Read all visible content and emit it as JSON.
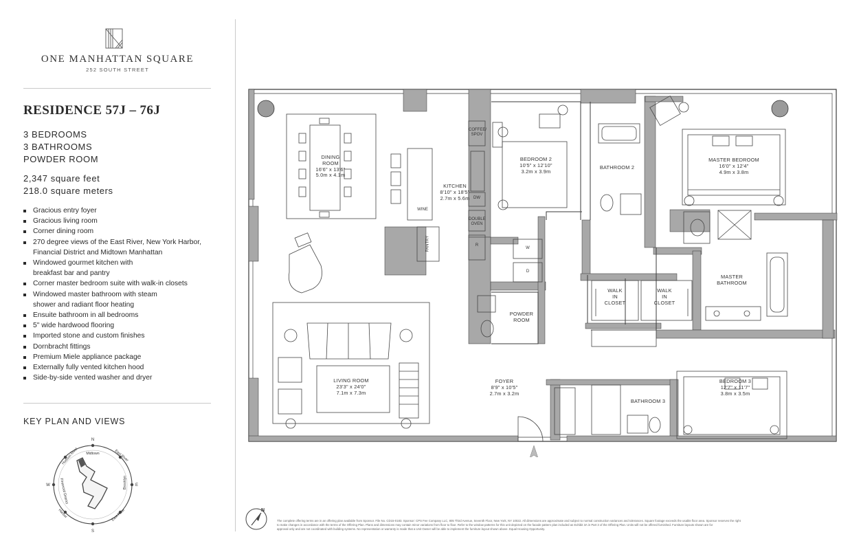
{
  "brand": {
    "name": "ONE MANHATTAN SQUARE",
    "address": "252 SOUTH STREET"
  },
  "residence": {
    "title": "RESIDENCE 57J – 76J",
    "bedrooms": "3 BEDROOMS",
    "bathrooms": "3 BATHROOMS",
    "powder": "POWDER ROOM",
    "sqft": "2,347 square feet",
    "sqm": "218.0 square meters"
  },
  "features": [
    {
      "line1": "Gracious entry foyer",
      "line2": ""
    },
    {
      "line1": "Gracious living room",
      "line2": ""
    },
    {
      "line1": "Corner dining room",
      "line2": ""
    },
    {
      "line1": "270 degree views of the East River, New York Harbor,",
      "line2": "Financial District and Midtown Manhattan"
    },
    {
      "line1": "Windowed gourmet kitchen with",
      "line2": "breakfast bar and pantry"
    },
    {
      "line1": "Corner master bedroom suite with walk-in closets",
      "line2": ""
    },
    {
      "line1": "Windowed master bathroom with steam",
      "line2": "shower and radiant floor heating"
    },
    {
      "line1": "Ensuite bathroom in all bedrooms",
      "line2": ""
    },
    {
      "line1": "5\" wide hardwood flooring",
      "line2": ""
    },
    {
      "line1": "Imported stone and custom finishes",
      "line2": ""
    },
    {
      "line1": "Dornbracht fittings",
      "line2": ""
    },
    {
      "line1": "Premium Miele appliance package",
      "line2": ""
    },
    {
      "line1": "Externally fully vented kitchen hood",
      "line2": ""
    },
    {
      "line1": "Side-by-side vented washer and dryer",
      "line2": ""
    }
  ],
  "keyplan": {
    "title": "KEY PLAN AND VIEWS",
    "n": "N",
    "s": "S",
    "e": "E",
    "w": "W",
    "hudson": "Hudson River",
    "midtown": "Midtown",
    "east_river_top": "East River",
    "brooklyn": "Brooklyn",
    "east_river_bottom": "East River",
    "harbor": "Harbor",
    "financial": "Financial District"
  },
  "rooms": {
    "dining": {
      "name1": "DINING",
      "name2": "ROOM",
      "imp": "16'6\" x 13'6\"",
      "met": "5.0m x 4.1m"
    },
    "kitchen": {
      "name": "KITCHEN",
      "imp": "8'10\" x 18'5\"",
      "met": "2.7m x 5.6m"
    },
    "bedroom2": {
      "name": "BEDROOM 2",
      "imp": "10'5\" x 12'10\"",
      "met": "3.2m x 3.9m"
    },
    "bathroom2": {
      "name": "BATHROOM 2"
    },
    "master_bedroom": {
      "name": "MASTER BEDROOM",
      "imp": "16'0\" x 12'4\"",
      "met": "4.9m x 3.8m"
    },
    "master_bath": {
      "name1": "MASTER",
      "name2": "BATHROOM"
    },
    "walk_in_1": {
      "l1": "WALK",
      "l2": "IN",
      "l3": "CLOSET"
    },
    "walk_in_2": {
      "l1": "WALK",
      "l2": "IN",
      "l3": "CLOSET"
    },
    "powder": {
      "name1": "POWDER",
      "name2": "ROOM"
    },
    "living": {
      "name": "LIVING ROOM",
      "imp": "23'3\" x 24'0\"",
      "met": "7.1m x 7.3m"
    },
    "foyer": {
      "name": "FOYER",
      "imp": "8'9\" x 10'5\"",
      "met": "2.7m x 3.2m"
    },
    "bathroom3": {
      "name": "BATHROOM 3"
    },
    "bedroom3": {
      "name": "BEDROOM 3",
      "imp": "12'7\" x 11'7\"",
      "met": "3.8m x 3.5m"
    }
  },
  "fixtures": {
    "coffee1": "COFFEE/",
    "coffee2": "SPOV",
    "dw": "DW",
    "double1": "DOUBLE",
    "double2": "OVEN",
    "r": "R",
    "wine": "WINE",
    "pantry": "PANTRY",
    "w": "W",
    "d": "D"
  },
  "disclaimer": {
    "line1": "The complete offering terms are in an offering plan available from Sponsor. File No. CD15-0183. Sponsor: CPS Fee Company LLC, 805 Third Avenue, Seventh Floor, New York, NY 10022. All dimensions are approximate and subject to normal construction variances and tolerances. Square footage exceeds the usable floor area. Sponsor reserves the right",
    "line2": "to make changes in accordance with the terms of the Offering Plan. Plans and dimensions may contain minor variations from floor to floor. Refer to the window patterns for this unit depicted on the facade pattern plan included as Exhibit 3A in Part 3 of the Offering Plan. Units will not be offered furnished. Furniture layouts shown are for",
    "line3": "approval only and are not coordinated with building systems. No representation or warranty is made that a Unit Owner will be able to implement the furniture layout shown above. Equal Housing Opportunity."
  },
  "compass_label": "N"
}
